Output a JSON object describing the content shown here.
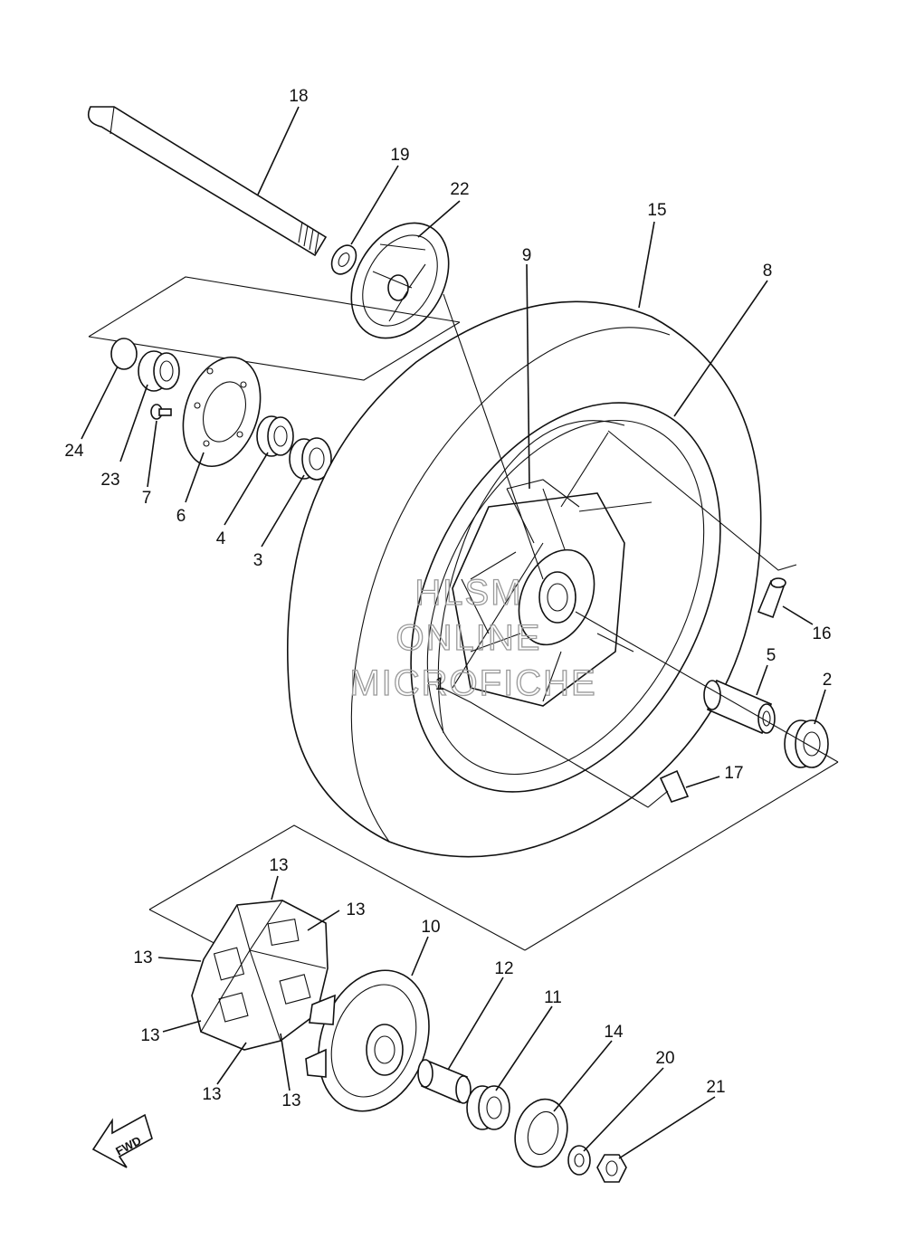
{
  "callouts": [
    {
      "id": "c18",
      "text": "18"
    },
    {
      "id": "c19",
      "text": "19"
    },
    {
      "id": "c22",
      "text": "22"
    },
    {
      "id": "c15",
      "text": "15"
    },
    {
      "id": "c9",
      "text": "9"
    },
    {
      "id": "c8",
      "text": "8"
    },
    {
      "id": "c24",
      "text": "24"
    },
    {
      "id": "c23",
      "text": "23"
    },
    {
      "id": "c7",
      "text": "7"
    },
    {
      "id": "c6",
      "text": "6"
    },
    {
      "id": "c4",
      "text": "4"
    },
    {
      "id": "c3",
      "text": "3"
    },
    {
      "id": "c16",
      "text": "16"
    },
    {
      "id": "c5",
      "text": "5"
    },
    {
      "id": "c2",
      "text": "2"
    },
    {
      "id": "c1",
      "text": "1"
    },
    {
      "id": "c17",
      "text": "17"
    },
    {
      "id": "c13a",
      "text": "13"
    },
    {
      "id": "c13b",
      "text": "13"
    },
    {
      "id": "c13c",
      "text": "13"
    },
    {
      "id": "c13d",
      "text": "13"
    },
    {
      "id": "c13e",
      "text": "13"
    },
    {
      "id": "c13f",
      "text": "13"
    },
    {
      "id": "c10",
      "text": "10"
    },
    {
      "id": "c12",
      "text": "12"
    },
    {
      "id": "c11",
      "text": "11"
    },
    {
      "id": "c14",
      "text": "14"
    },
    {
      "id": "c20",
      "text": "20"
    },
    {
      "id": "c21",
      "text": "21"
    }
  ],
  "watermark": {
    "line1": "HLSM",
    "line2": "ONLINE",
    "line3": "MICROFICHE"
  },
  "direction_badge": {
    "text": "FWD",
    "icon": "arrow-fwd-icon"
  },
  "colors": {
    "line": "#111111",
    "watermark": "#9a9a9a",
    "background": "#ffffff"
  }
}
